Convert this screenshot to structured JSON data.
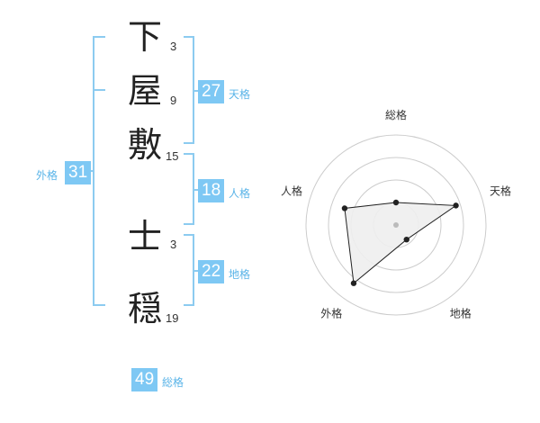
{
  "name_chars": [
    {
      "char": "下",
      "strokes": "3"
    },
    {
      "char": "屋",
      "strokes": "9"
    },
    {
      "char": "敷",
      "strokes": "15"
    },
    {
      "char": "士",
      "strokes": "3"
    },
    {
      "char": "穏",
      "strokes": "19"
    }
  ],
  "kaku": {
    "tenkaku": {
      "value": "27",
      "label": "天格"
    },
    "jinkaku": {
      "value": "18",
      "label": "人格"
    },
    "chikaku": {
      "value": "22",
      "label": "地格"
    },
    "gaikaku": {
      "value": "31",
      "label": "外格"
    },
    "soukaku": {
      "value": "49",
      "label": "総格"
    }
  },
  "radar": {
    "axes": [
      "総格",
      "天格",
      "地格",
      "外格",
      "人格"
    ],
    "levels": 4,
    "scores": [
      0.25,
      0.7,
      0.2,
      0.8,
      0.6
    ],
    "fill_color": "#eeeeee",
    "line_color": "#222222"
  }
}
